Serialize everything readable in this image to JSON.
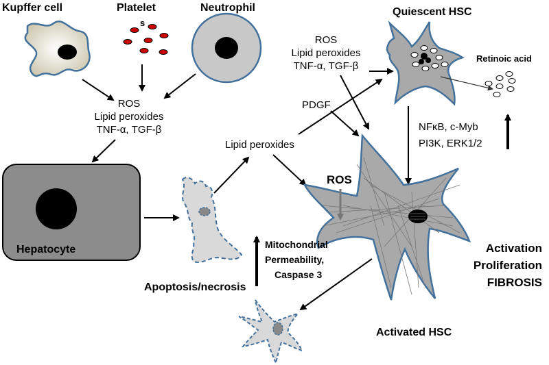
{
  "cells": {
    "kupffer": "Kupffer cell",
    "platelet": "Platelet",
    "platelet_mark": "s",
    "neutrophil": "Neutrophil",
    "quiescent_hsc": "Quiescent  HSC",
    "hepatocyte": "Hepatocyte",
    "activated_hsc": "Activated HSC"
  },
  "mediators_left": {
    "line1": "ROS",
    "line2": "Lipid peroxides",
    "line3": "TNF-α, TGF-β"
  },
  "mediators_top": {
    "line1": "ROS",
    "line2": "Lipid peroxides",
    "line3": "TNF-α, TGF-β"
  },
  "retinoic_acid": "Retinoic acid",
  "pdgf": "PDGF",
  "lipid_peroxides_center": "Lipid peroxides",
  "ros_activated": "ROS",
  "signaling": {
    "line1": "NFκB, c-Myb",
    "line2": "PI3K, ERK1/2"
  },
  "activation": {
    "line1": "Activation",
    "line2": "Proliferation",
    "line3": "FIBROSIS"
  },
  "mito": {
    "line1": "Mitochondrial",
    "line2": "Permeability,",
    "line3": "Caspase 3"
  },
  "apoptosis": "Apoptosis/necrosis",
  "colors": {
    "cell_outline": "#41719c",
    "kupffer_fill": "#cdc6ad",
    "neutrophil_fill": "#c8c8c8",
    "hepatocyte_fill": "#8c8c8c",
    "hsc_fill": "#a9a9a9",
    "platelet_red": "#cc0000",
    "apoptotic_fill": "#d9d9d9"
  }
}
